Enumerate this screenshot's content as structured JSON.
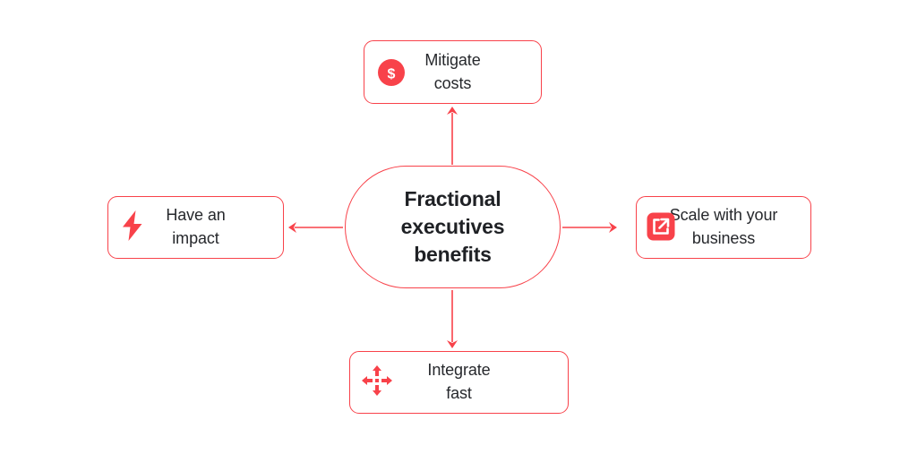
{
  "diagram": {
    "type": "hub-and-spoke",
    "accent_color": "#f8424a",
    "text_color": "#26282c",
    "background_color": "#ffffff",
    "center": {
      "label": "Fractional\nexecutives\nbenefits",
      "shape": "pill"
    },
    "nodes": [
      {
        "id": "top",
        "label": "Mitigate\ncosts",
        "icon": "dollar-circle-icon",
        "position": "top",
        "arrow_direction": "up"
      },
      {
        "id": "left",
        "label": "Have an\nimpact",
        "icon": "lightning-bolt-icon",
        "position": "left",
        "arrow_direction": "left"
      },
      {
        "id": "right",
        "label": "Scale with your\nbusiness",
        "icon": "external-link-icon",
        "position": "right",
        "arrow_direction": "right"
      },
      {
        "id": "bottom",
        "label": "Integrate\nfast",
        "icon": "move-arrows-icon",
        "position": "bottom",
        "arrow_direction": "down"
      }
    ]
  }
}
